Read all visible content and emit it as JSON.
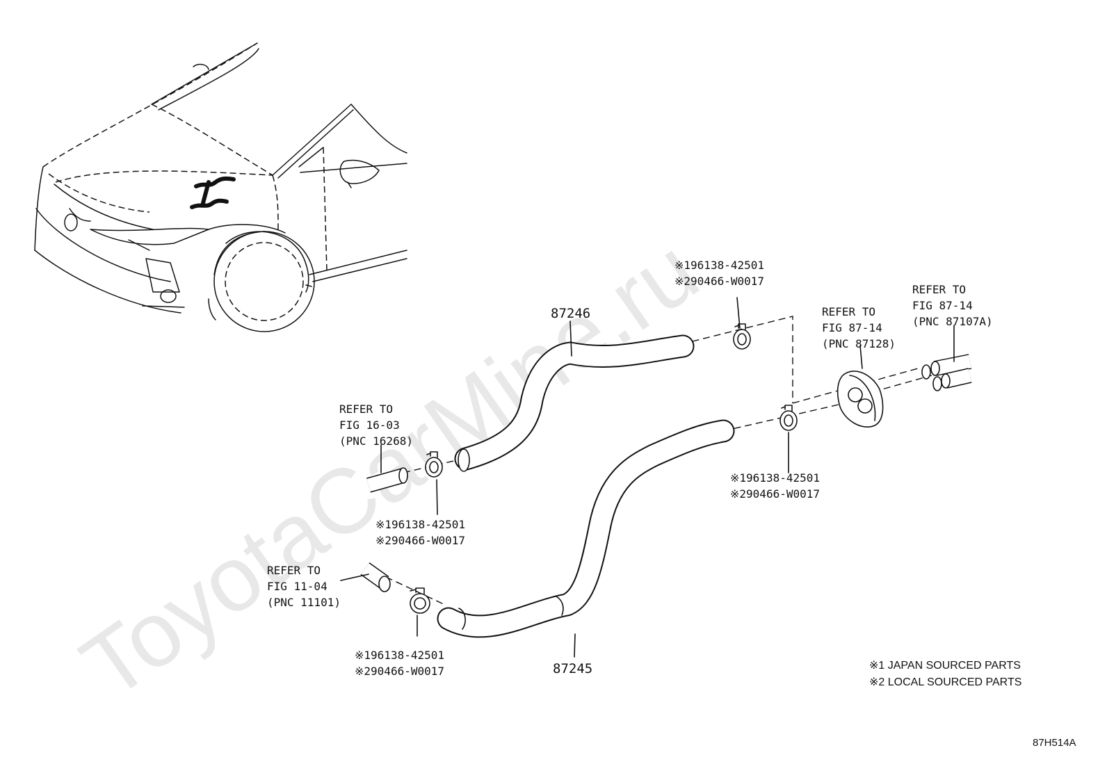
{
  "watermark": "ToyotaCarMine.ru",
  "parts": {
    "upper_hose": "87246",
    "lower_hose": "87245"
  },
  "clamps": {
    "top": [
      "※196138-42501",
      "※290466-W0017"
    ],
    "right": [
      "※196138-42501",
      "※290466-W0017"
    ],
    "left": [
      "※196138-42501",
      "※290466-W0017"
    ],
    "bottom": [
      "※196138-42501",
      "※290466-W0017"
    ]
  },
  "references": {
    "fig_16_03": [
      "REFER TO",
      "FIG 16-03",
      "(PNC 16268)"
    ],
    "fig_11_04": [
      "REFER TO",
      "FIG 11-04",
      "(PNC 11101)"
    ],
    "fig_87_14_grommet": [
      "REFER TO",
      "FIG 87-14",
      "(PNC 87128)"
    ],
    "fig_87_14_pipe": [
      "REFER TO",
      "FIG 87-14",
      "(PNC 87107A)"
    ]
  },
  "legend": {
    "note1": "※1 JAPAN SOURCED PARTS",
    "note2": "※2 LOCAL SOURCED PARTS"
  },
  "diagram_code": "87H514A"
}
